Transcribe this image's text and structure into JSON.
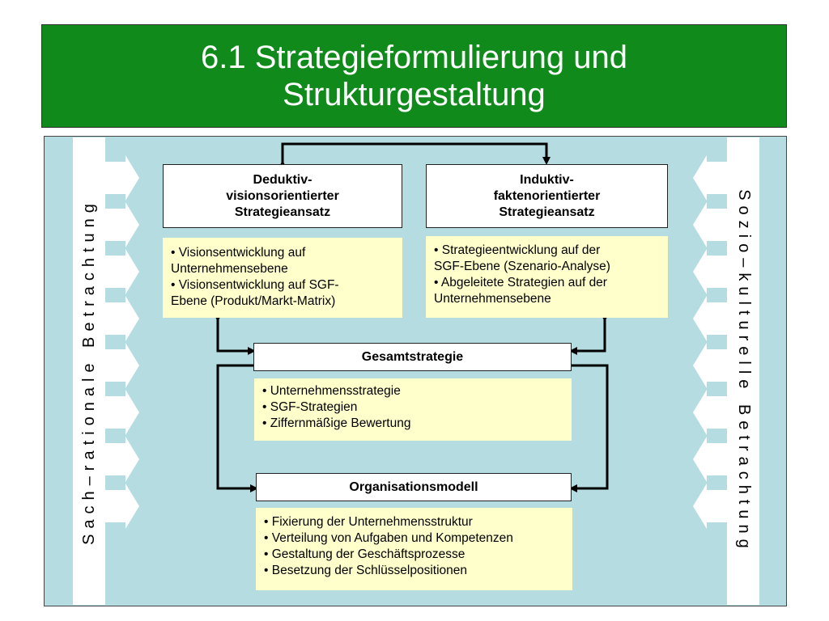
{
  "title": {
    "line1": "6.1 Strategieformulierung und",
    "line2": "Strukturgestaltung"
  },
  "side_labels": {
    "left": "Sach–rationale Betrachtung",
    "right": "Sozio–kulturelle Betrachtung"
  },
  "boxes": {
    "deduktiv": [
      "Deduktiv-",
      "visionsorientierter",
      "Strategieansatz"
    ],
    "induktiv": [
      "Induktiv-",
      "faktenorientierter",
      "Strategieansatz"
    ],
    "gesamt": "Gesamtstrategie",
    "organisation": "Organisationsmodell"
  },
  "notes": {
    "deduktiv": [
      "• Visionsentwicklung auf",
      "Unternehmensebene",
      "• Visionsentwicklung auf SGF-",
      "Ebene (Produkt/Markt-Matrix)"
    ],
    "induktiv": [
      "• Strategieentwicklung auf der",
      "SGF-Ebene (Szenario-Analyse)",
      "• Abgeleitete Strategien auf der",
      "Unternehmensebene"
    ],
    "gesamt": [
      "• Unternehmensstrategie",
      "• SGF-Strategien",
      "• Ziffernmäßige Bewertung"
    ],
    "organisation": [
      "• Fixierung der Unternehmensstruktur",
      "• Verteilung von Aufgaben und Kompetenzen",
      "• Gestaltung der Geschäftsprozesse",
      "• Besetzung der Schlüsselpositionen"
    ]
  },
  "colors": {
    "title_bg": "#118a1c",
    "panel_bg": "#b5dde1",
    "note_bg": "#ffffcc",
    "arrow": "#000000"
  }
}
